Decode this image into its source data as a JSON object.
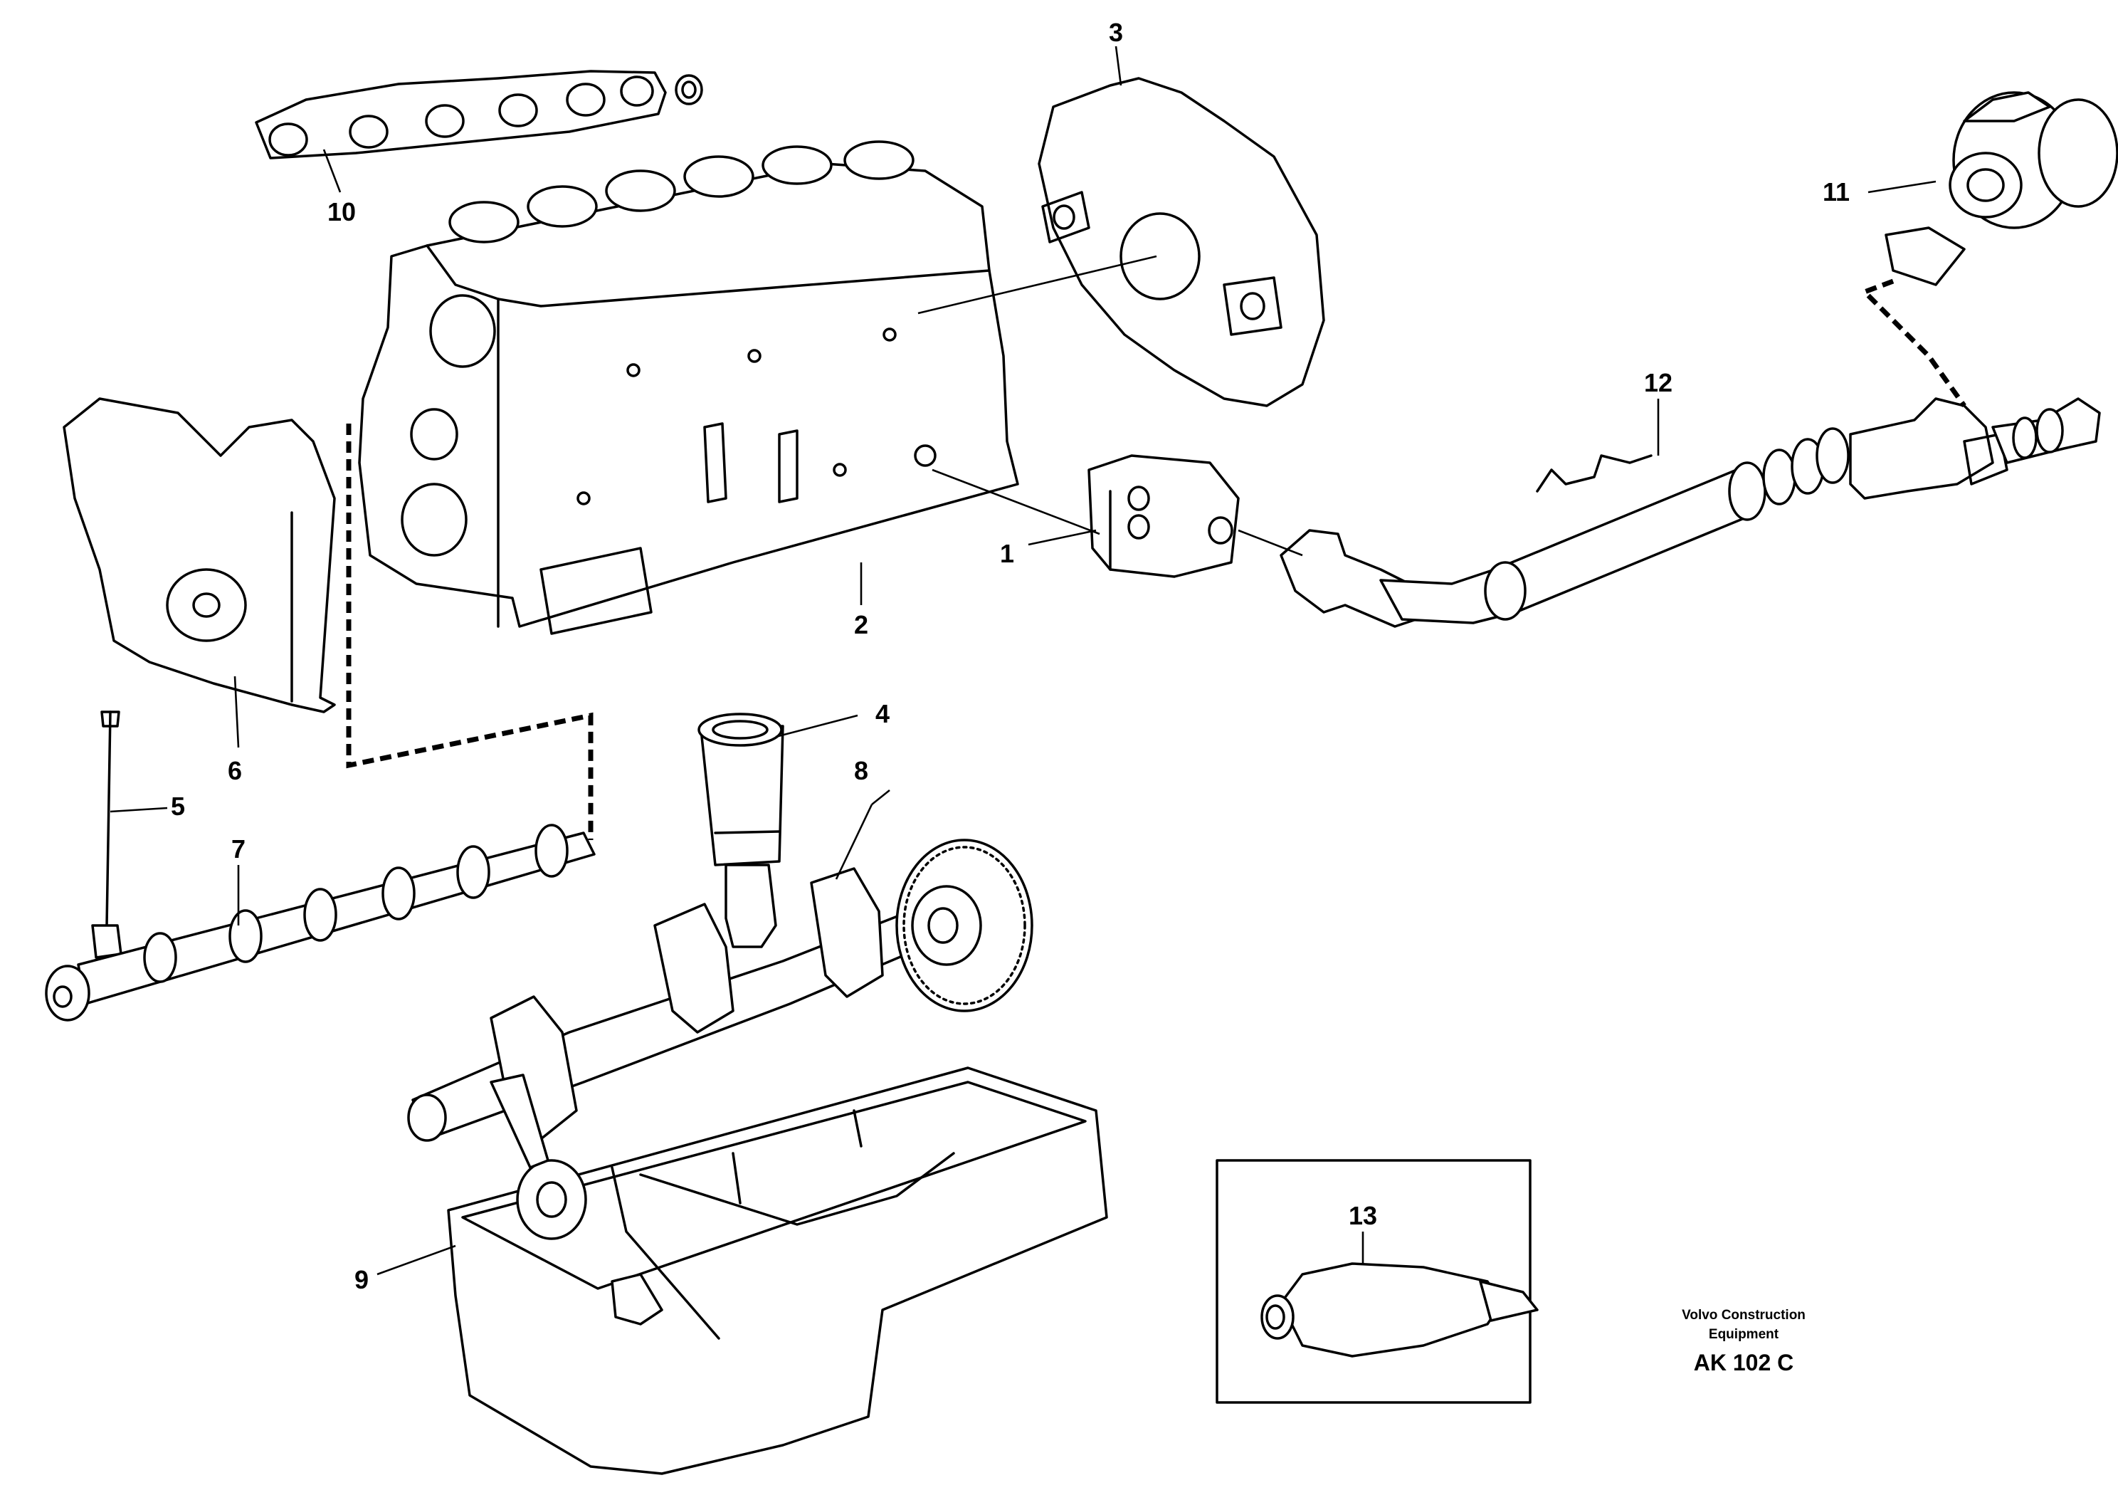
{
  "drawing": {
    "callouts": {
      "c1": "1",
      "c2": "2",
      "c3": "3",
      "c4": "4",
      "c5": "5",
      "c6": "6",
      "c7": "7",
      "c8": "8",
      "c9": "9",
      "c10": "10",
      "c11": "11",
      "c12": "12",
      "c13": "13"
    },
    "caption": {
      "company_line1": "Volvo Construction",
      "company_line2": "Equipment",
      "code": "AK 102 C"
    }
  }
}
